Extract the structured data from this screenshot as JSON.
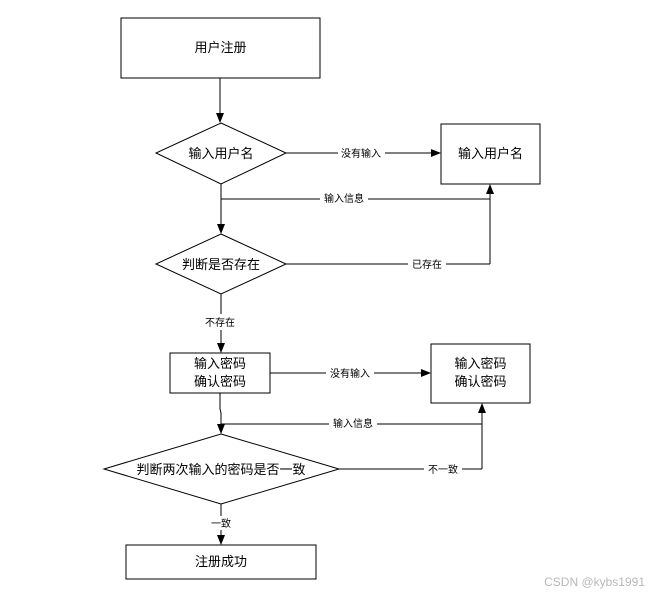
{
  "nodes": {
    "register": "用户注册",
    "input_username": "输入用户名",
    "input_username_box": "输入用户名",
    "check_exists": "判断是否存在",
    "input_password_1": "输入密码",
    "input_password_2": "确认密码",
    "input_password_box_1": "输入密码",
    "input_password_box_2": "确认密码",
    "check_match": "判断两次输入的密码是否一致",
    "success": "注册成功"
  },
  "edges": {
    "no_input_1": "没有输入",
    "enter_info_1": "输入信息",
    "already_exists": "已存在",
    "not_exists": "不存在",
    "no_input_2": "没有输入",
    "enter_info_2": "输入信息",
    "not_match": "不一致",
    "match": "一致"
  },
  "watermark": "CSDN @kybs1991"
}
